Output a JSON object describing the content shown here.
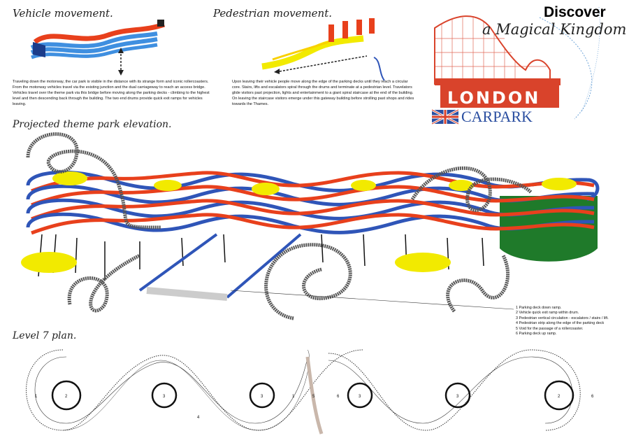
{
  "vehicle": {
    "title": "Vehicle movement.",
    "text": "Traveling down the motorway, the car park is visible in the distance with its strange form and iconic rollercoasters. From the motorway vehicles travel via the existing junction and the dual carriageway to reach an access bridge. Vehicles travel over the theme park via this bridge before moving along the parking decks - climbing to the highest level and then descending back through the building. The two end drums provide quick exit ramps for vehicles leaving."
  },
  "pedestrian": {
    "title": "Pedestrian movement.",
    "text": "Upon leaving their vehicle people move along the edge of the parking decks until they reach a circular core. Stairs, lifts and escalators spiral through the drums and terminate at a pedestrian level. Travelators glide visitors past projection, lights and entertainment to a giant spiral staircase at the end of the building. On leaving the staircase visitors emerge under this gateway building before strolling past shops and rides towards the Thames."
  },
  "logo": {
    "discover": "Discover",
    "tagline": "a Magical Kingdom",
    "line1": "LONDON",
    "line2": "CARPARK"
  },
  "elevation": {
    "title": "Projected theme park elevation."
  },
  "legend": {
    "items": [
      "1 Parking deck down ramp.",
      "2 Vehicle quick exit ramp within drum.",
      "3 Pedestrian vertical circulation - escalators / stairs / lift.",
      "4 Pedestrian strip along the edge of the parking deck",
      "5 Void for the passage of a rollercoaster.",
      "6 Parking deck up ramp."
    ]
  },
  "plan": {
    "title": "Level 7 plan.",
    "labels": [
      "1",
      "2",
      "3",
      "3",
      "1",
      "5",
      "6",
      "3",
      "3",
      "2",
      "6",
      "4"
    ]
  },
  "colors": {
    "red": "#e8401c",
    "blue": "#2f55b8",
    "yellow": "#f2ea00",
    "green": "#1f7a2a",
    "logo_red": "#d9432b",
    "logo_blue": "#2a4ea0"
  }
}
